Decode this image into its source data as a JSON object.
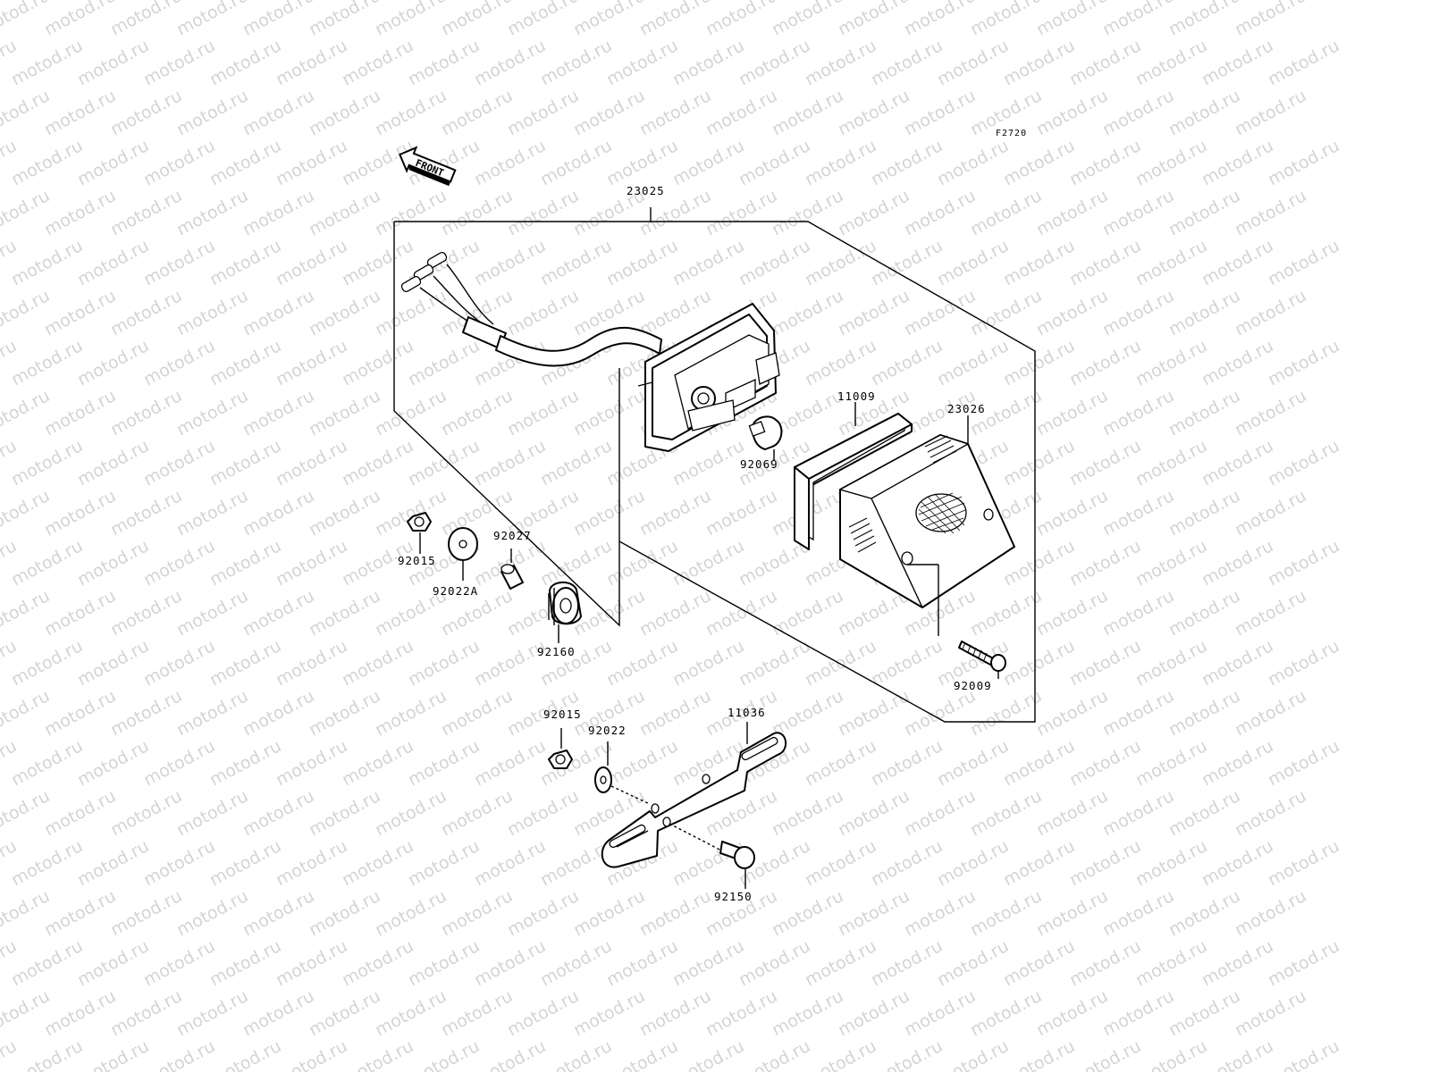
{
  "diagram_id": "F2720",
  "front_label": "FRONT",
  "watermark": "motod.ru",
  "parts": {
    "p23025": "23025",
    "p11009": "11009",
    "p23026": "23026",
    "p92069": "92069",
    "p92015a": "92015",
    "p92022A": "92022A",
    "p92027": "92027",
    "p92160": "92160",
    "p92009": "92009",
    "p92015b": "92015",
    "p92022": "92022",
    "p11036": "11036",
    "p92150": "92150"
  }
}
